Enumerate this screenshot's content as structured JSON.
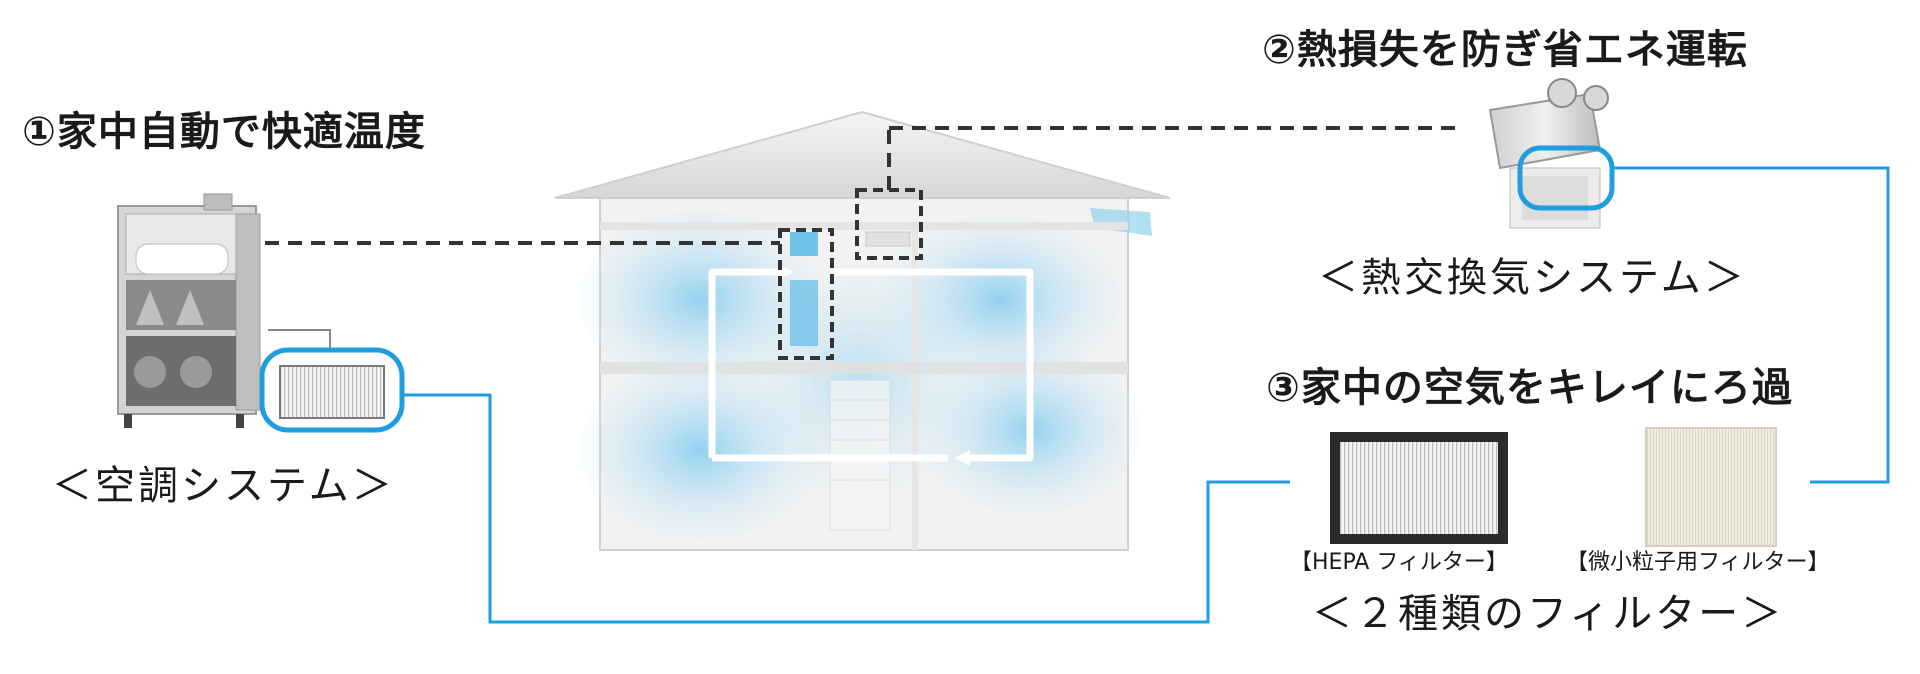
{
  "headings": {
    "auto_temp": "①家中自動で快適温度",
    "energy_saving": "②熱損失を防ぎ省エネ運転",
    "air_filtering": "③家中の空気をキレイにろ過"
  },
  "captions": {
    "ac_system": "＜空調システム＞",
    "heat_exchange_system": "＜熱交換気システム＞",
    "two_filters": "＜２種類のフィルター＞"
  },
  "filters": {
    "hepa_label": "【HEPA フィルター】",
    "fine_particle_label": "【微小粒子用フィルター】"
  },
  "colors": {
    "accent_blue": "#1f9ede",
    "dashed_line": "#333333"
  }
}
